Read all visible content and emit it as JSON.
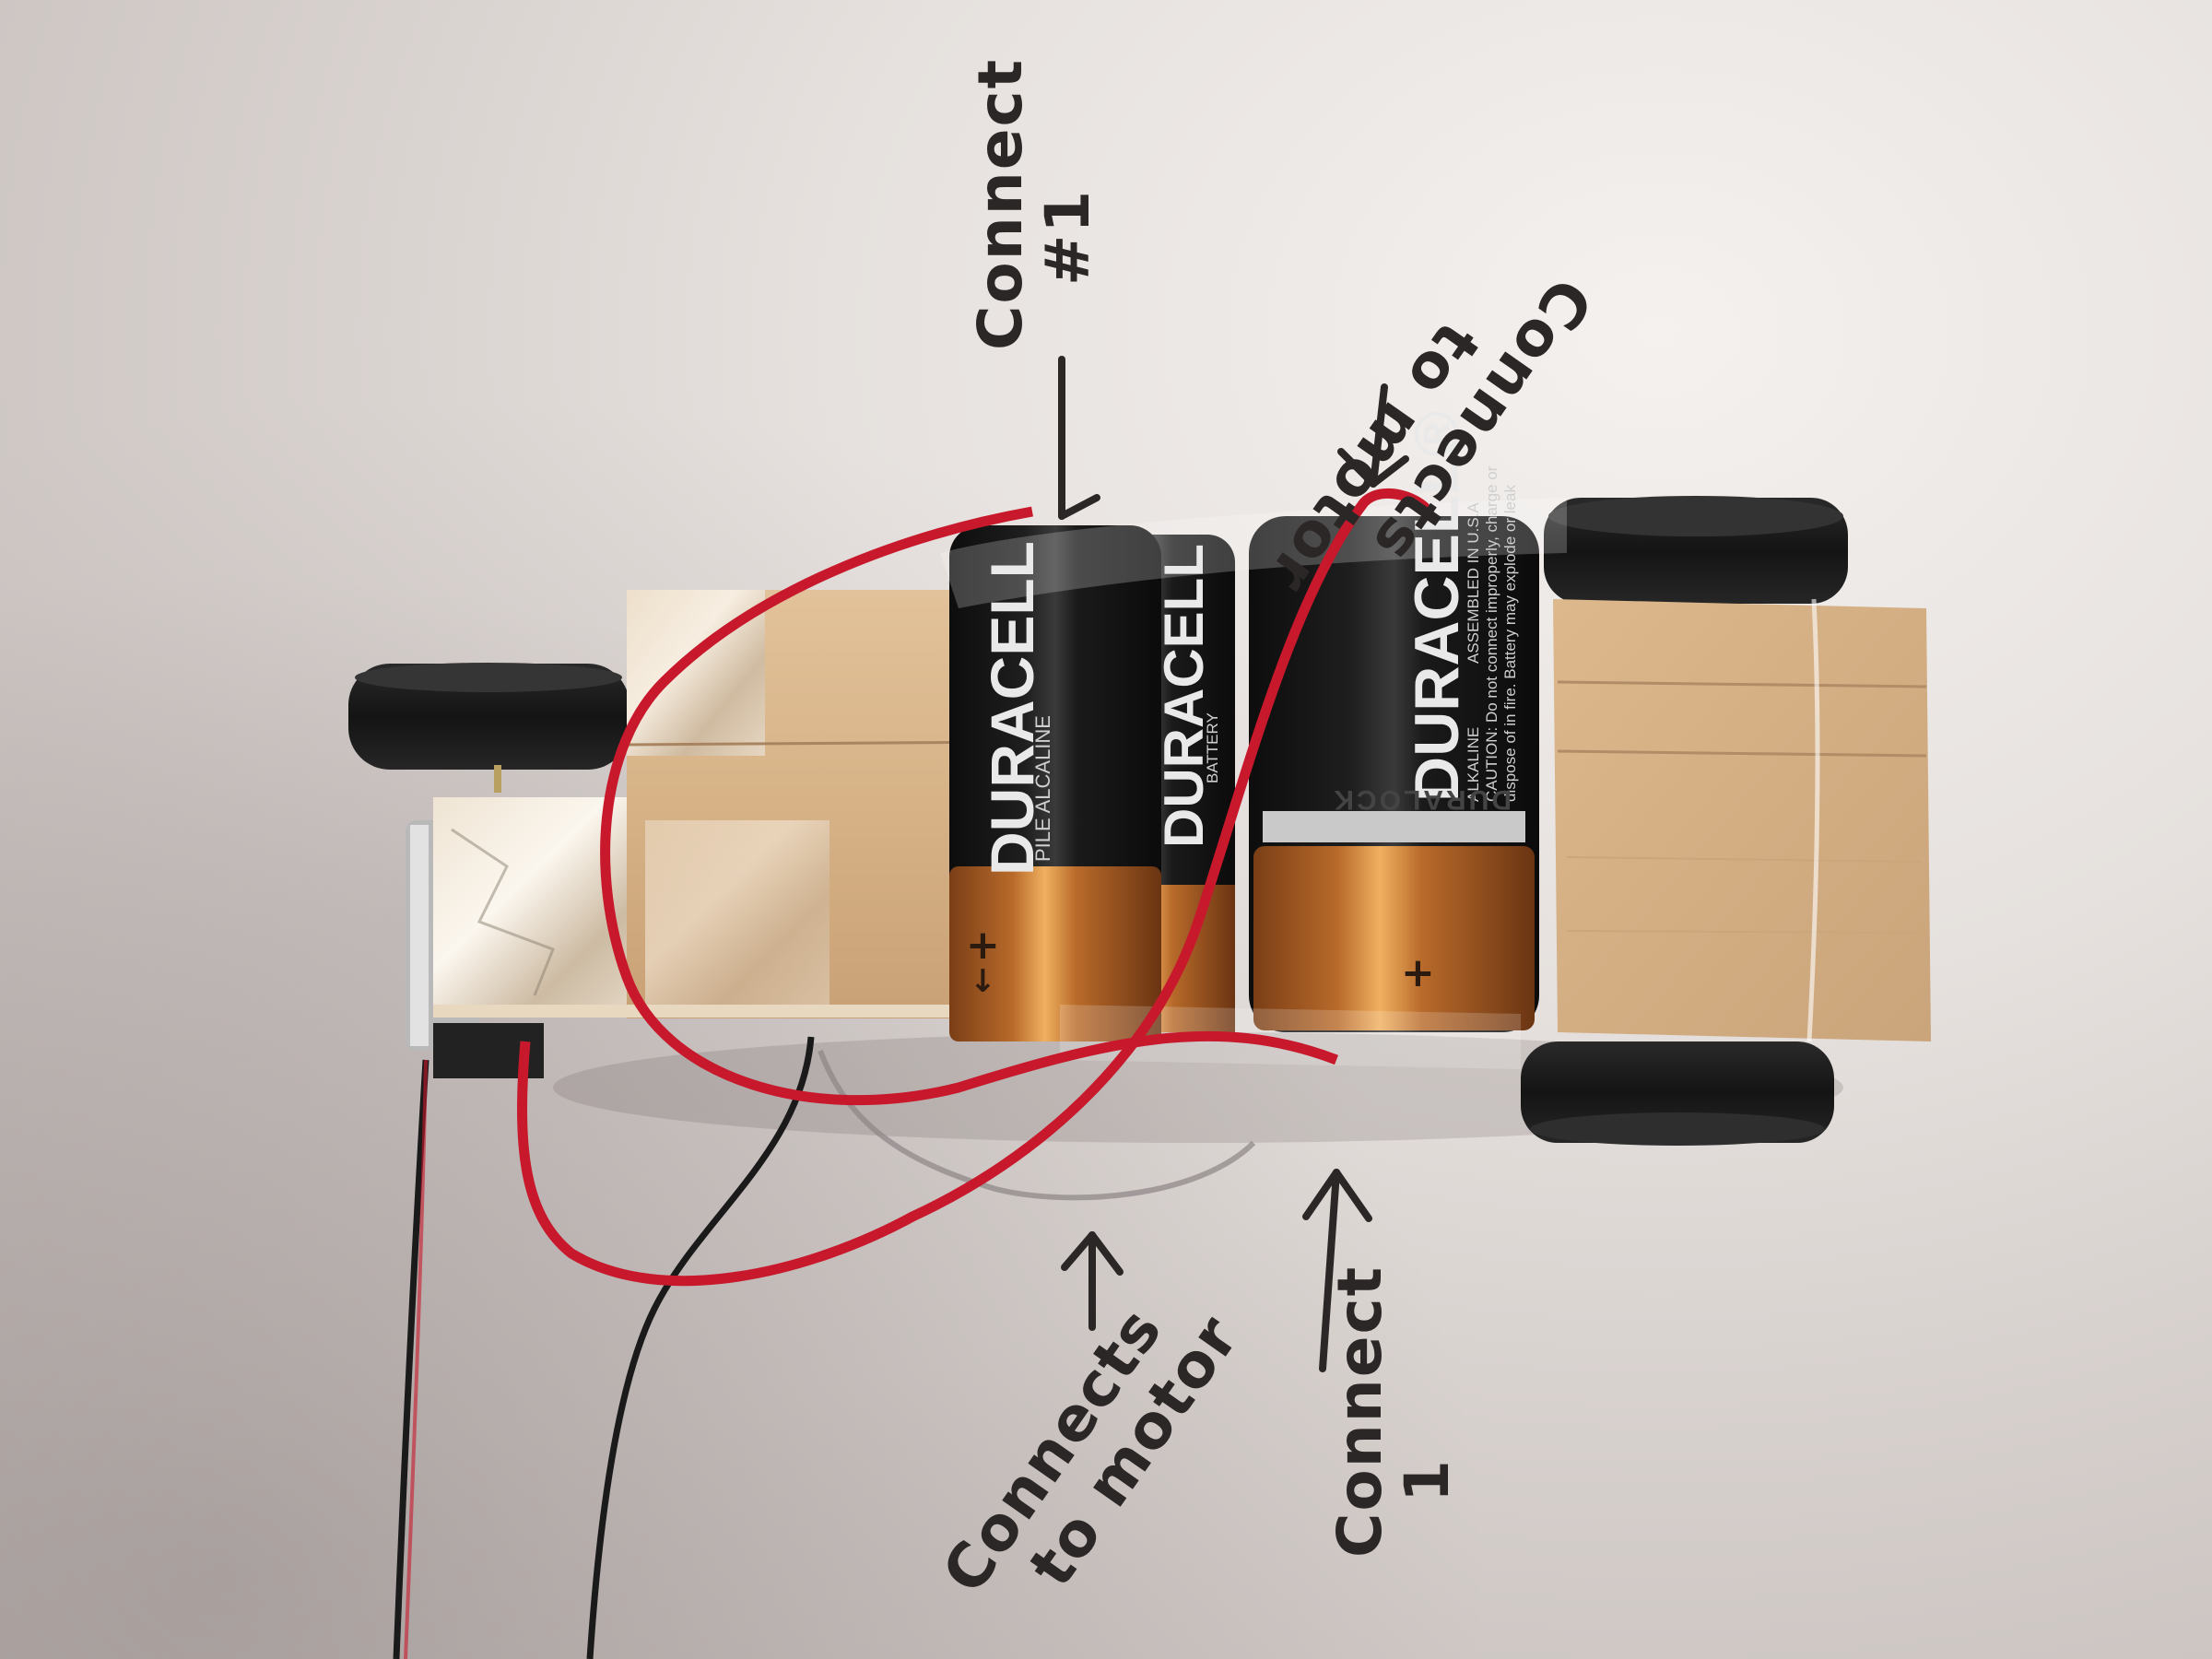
{
  "scene": {
    "subject": "Homemade battery-powered car on paper with handwritten wiring labels",
    "colors": {
      "paper": "#e6e1de",
      "wood": "#d9b68c",
      "battery_black": "#141414",
      "battery_copper": "#b86a2a",
      "wire_red": "#c8192c",
      "wire_black": "#1a1a1a",
      "wheel": "#1c1c1c",
      "ink": "#2b2726"
    }
  },
  "annotations": [
    {
      "id": "connect-1-top",
      "lines": [
        "Connect",
        "#1"
      ],
      "arrow": "down"
    },
    {
      "id": "connects-to-motor-top",
      "lines": [
        "Connects",
        "to motor"
      ],
      "arrow": "down"
    },
    {
      "id": "connects-to-motor-bottom",
      "lines": [
        "Connects",
        "to motor"
      ],
      "arrow": "up"
    },
    {
      "id": "connect-1-bottom",
      "lines": [
        "Connect",
        "1"
      ],
      "arrow": "up"
    }
  ],
  "batteries": [
    {
      "id": "battery-left",
      "brand": "DURACELL",
      "subtitle": "PILE ALCALINE",
      "polarity": "+",
      "polarity_arrow": "↓"
    },
    {
      "id": "battery-left-back",
      "brand": "DURACELL",
      "subtitle": "BATTERY"
    },
    {
      "id": "battery-right",
      "brand": "DURACELL®",
      "type": "ALKALINE",
      "assembled": "ASSEMBLED IN U.S.A",
      "caution": "CAUTION: Do not connect improperly, charge or",
      "caution2": "dispose of in fire. Battery may explode or leak",
      "band": "DURALOCK",
      "polarity": "+"
    }
  ]
}
